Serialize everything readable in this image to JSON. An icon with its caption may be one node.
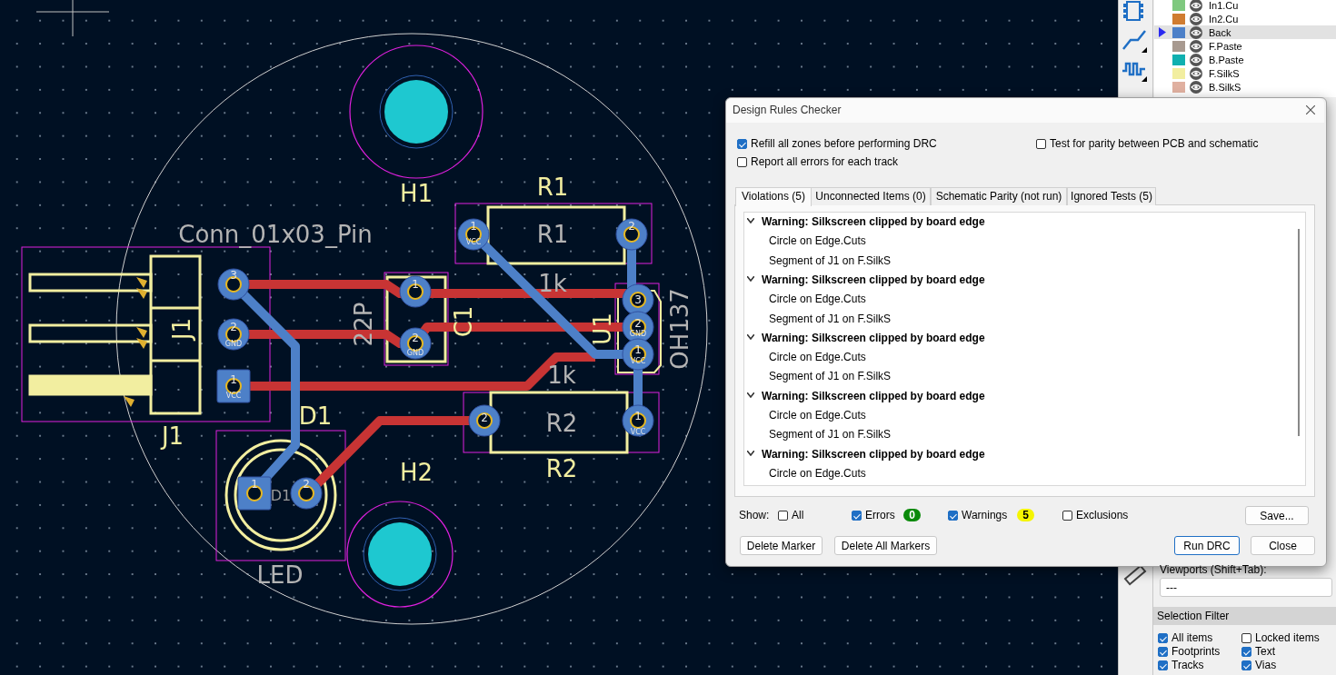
{
  "diagram": {
    "labels": [
      "H1",
      "R1",
      "Conn_01x03_Pin",
      "1",
      "VCC",
      "R1",
      "2",
      "3",
      "1",
      "1k",
      "3",
      "OH137",
      "22P",
      "J1",
      "2",
      "GND",
      "C1",
      "U1",
      "2",
      "GND",
      "2",
      "GND",
      "1",
      "VCC",
      "1",
      "VCC",
      "1k",
      "D1",
      "2",
      "R2",
      "1",
      "VCC",
      "J1",
      "H2",
      "R2",
      "1",
      "D1",
      "2",
      "LED",
      "Design Rules Checker",
      "Refill all zones before performing DRC",
      "Test for parity between PCB and schematic",
      "Report all errors for each track",
      "Violations (5)",
      "Unconnected Items (0)",
      "Schematic Parity (not run)",
      "Ignored Tests (5)",
      "Warning: Silkscreen clipped by board edge",
      "Circle on Edge.Cuts",
      "Segment of J1 on F.SilkS",
      "Warning: Silkscreen clipped by board edge",
      "Circle on Edge.Cuts",
      "Segment of J1 on F.SilkS",
      "Warning: Silkscreen clipped by board edge",
      "Circle on Edge.Cuts",
      "Segment of J1 on F.SilkS",
      "Warning: Silkscreen clipped by board edge",
      "Circle on Edge.Cuts",
      "Segment of J1 on F.SilkS",
      "Warning: Silkscreen clipped by board edge",
      "Circle on Edge.Cuts",
      "Show:",
      "All",
      "Errors",
      "0",
      "Warnings",
      "5",
      "Exclusions",
      "Save...",
      "Delete Marker",
      "Delete All Markers",
      "Run DRC",
      "Close",
      "Viewports (Shift+Tab):",
      "---",
      "Selection Filter",
      "All items",
      "Locked items",
      "Footprints",
      "Text",
      "Tracks",
      "Vias"
    ],
    "legend": [
      {
        "text": "In1.Cu",
        "color": "#7fc97f"
      },
      {
        "text": "In2.Cu",
        "color": "#d07c30"
      },
      {
        "text": "Back",
        "color": "#4d80c8"
      },
      {
        "text": "F.Paste",
        "color": "#a89a90"
      },
      {
        "text": "B.Paste",
        "color": "#10b0b0"
      },
      {
        "text": "F.SilkS",
        "color": "#f2eea0"
      },
      {
        "text": "B.SilkS",
        "color": "#e0b0a0"
      }
    ]
  }
}
